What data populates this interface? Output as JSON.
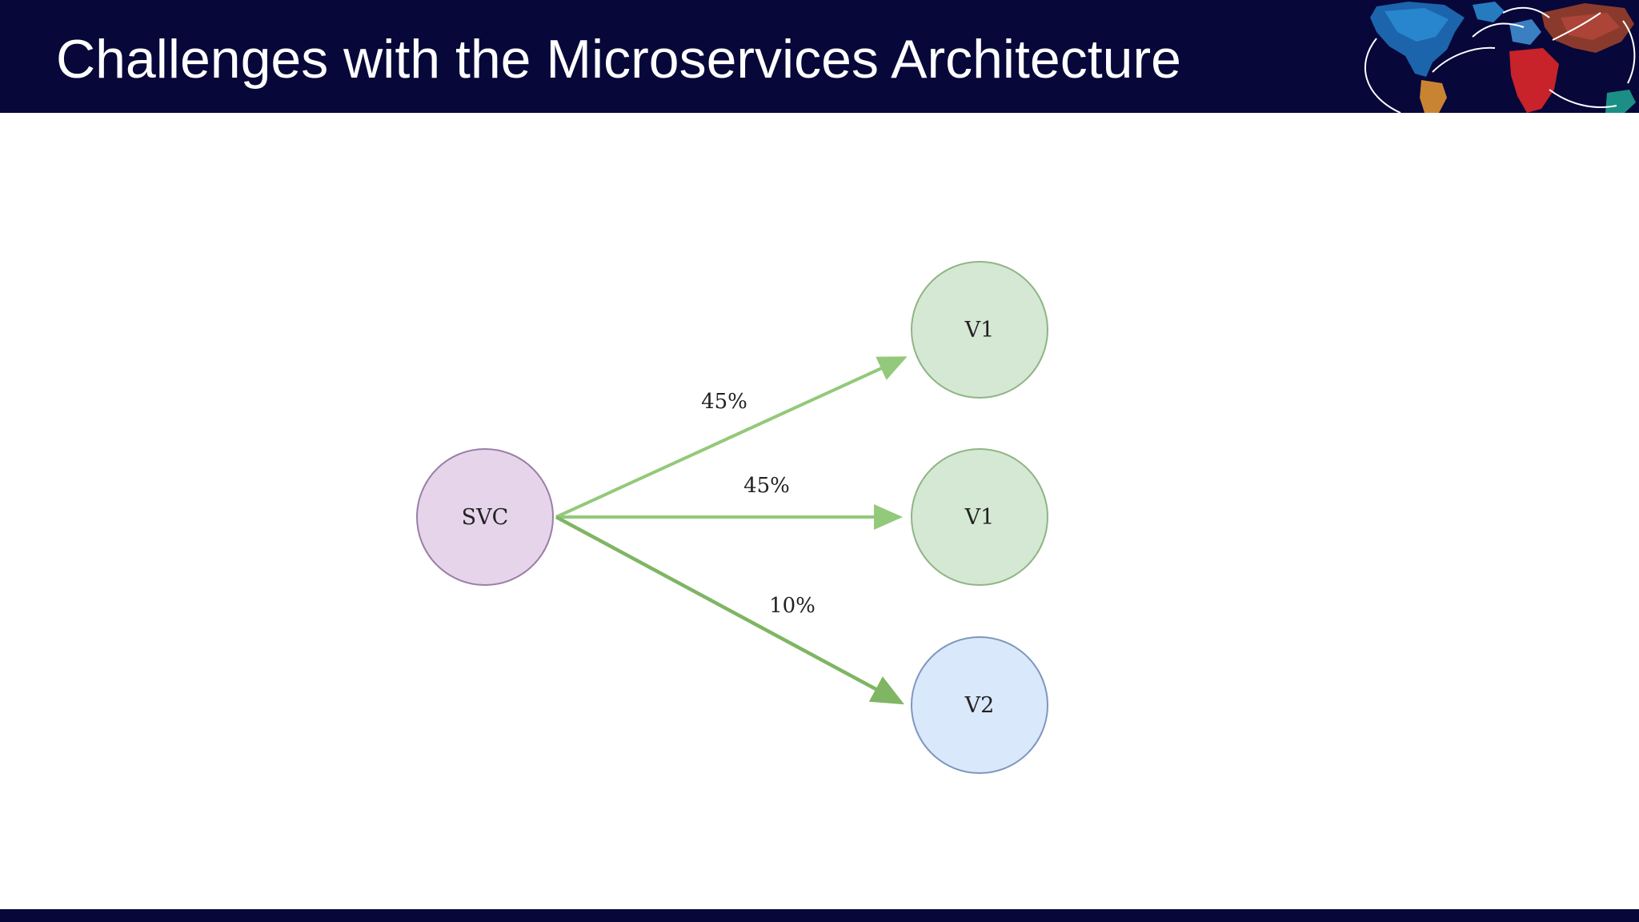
{
  "slide": {
    "title": "Challenges with the Microservices Architecture"
  },
  "diagram": {
    "nodes": [
      {
        "id": "svc",
        "label": "SVC",
        "fill": "#e6d5ea",
        "stroke": "#9a7fa6"
      },
      {
        "id": "v1a",
        "label": "V1",
        "fill": "#d5e8d4",
        "stroke": "#8fb584"
      },
      {
        "id": "v1b",
        "label": "V1",
        "fill": "#d5e8d4",
        "stroke": "#8fb584"
      },
      {
        "id": "v2",
        "label": "V2",
        "fill": "#dae8fc",
        "stroke": "#7f97bd"
      }
    ],
    "edges": [
      {
        "from": "svc",
        "to": "v1a",
        "label": "45%",
        "color": "#92c97a"
      },
      {
        "from": "svc",
        "to": "v1b",
        "label": "45%",
        "color": "#92c97a"
      },
      {
        "from": "svc",
        "to": "v2",
        "label": "10%",
        "color": "#7fb563"
      }
    ]
  },
  "colors": {
    "header_bg": "#07073a",
    "title_text": "#ffffff"
  }
}
